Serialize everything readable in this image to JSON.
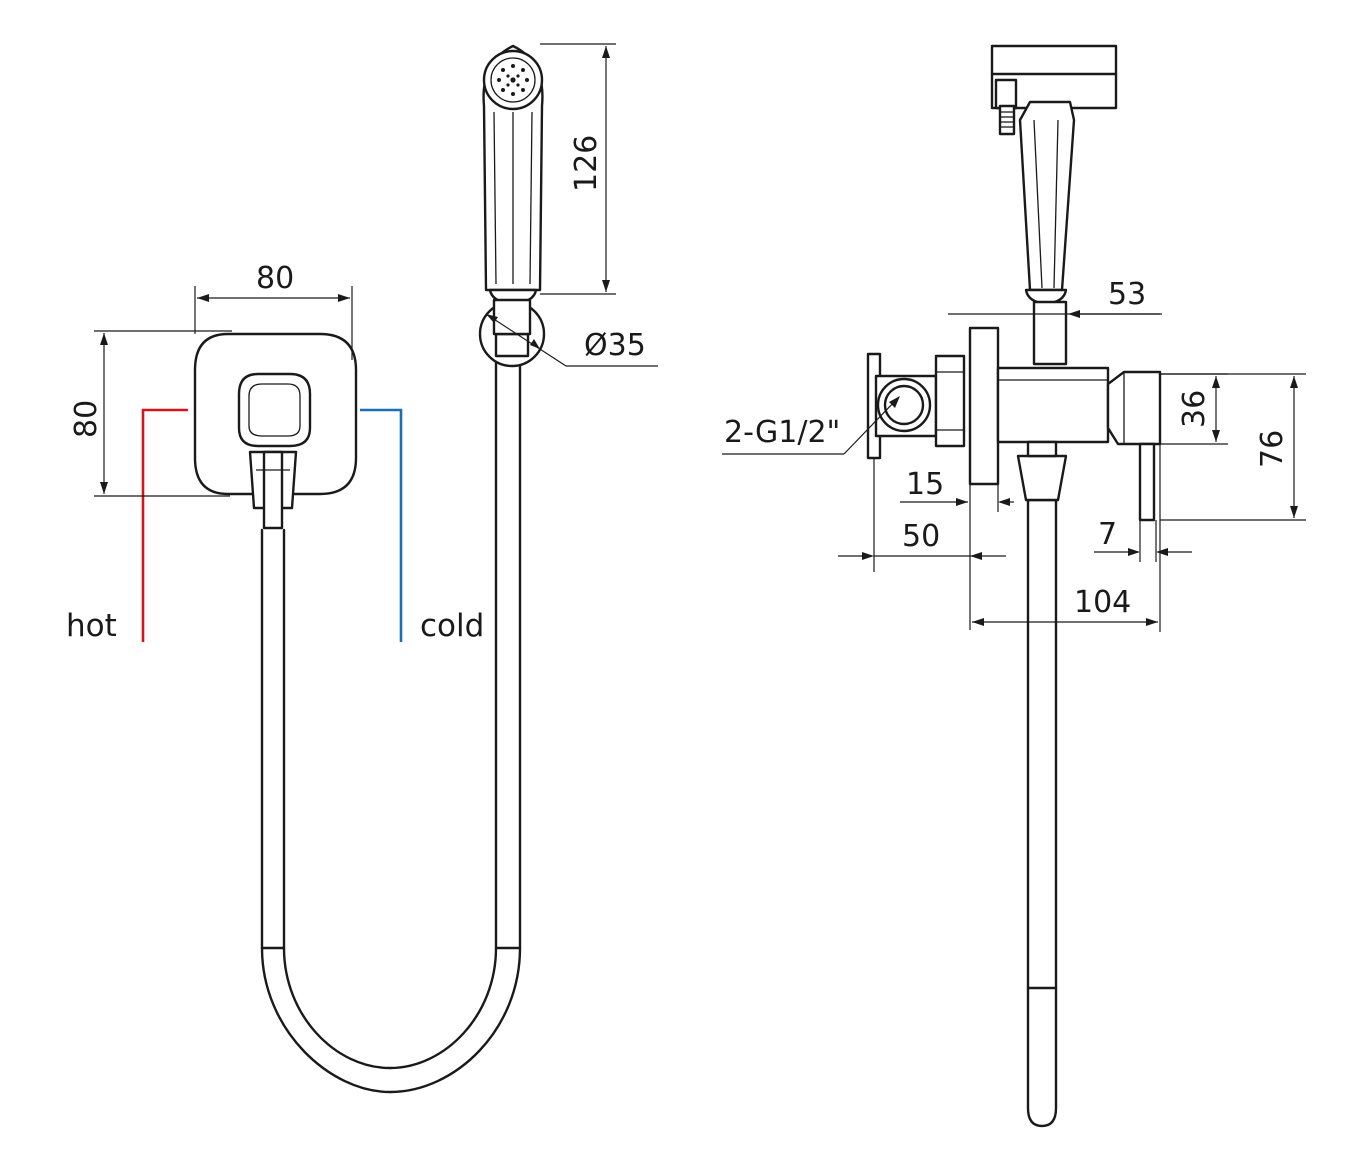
{
  "front_view": {
    "labels": {
      "hot": "hot",
      "cold": "cold"
    },
    "dimensions": {
      "body_width": "80",
      "body_height": "80",
      "handshower_length": "126",
      "holder_diameter": "Ø35"
    }
  },
  "side_view": {
    "dimensions": {
      "connection": "2-G1/2\"",
      "d53": "53",
      "d36": "36",
      "d76": "76",
      "d15": "15",
      "d50": "50",
      "d7": "7",
      "d104": "104"
    }
  },
  "colors": {
    "hot": "#d7141a",
    "cold": "#1a6fb5",
    "line": "#1a1a1a"
  }
}
